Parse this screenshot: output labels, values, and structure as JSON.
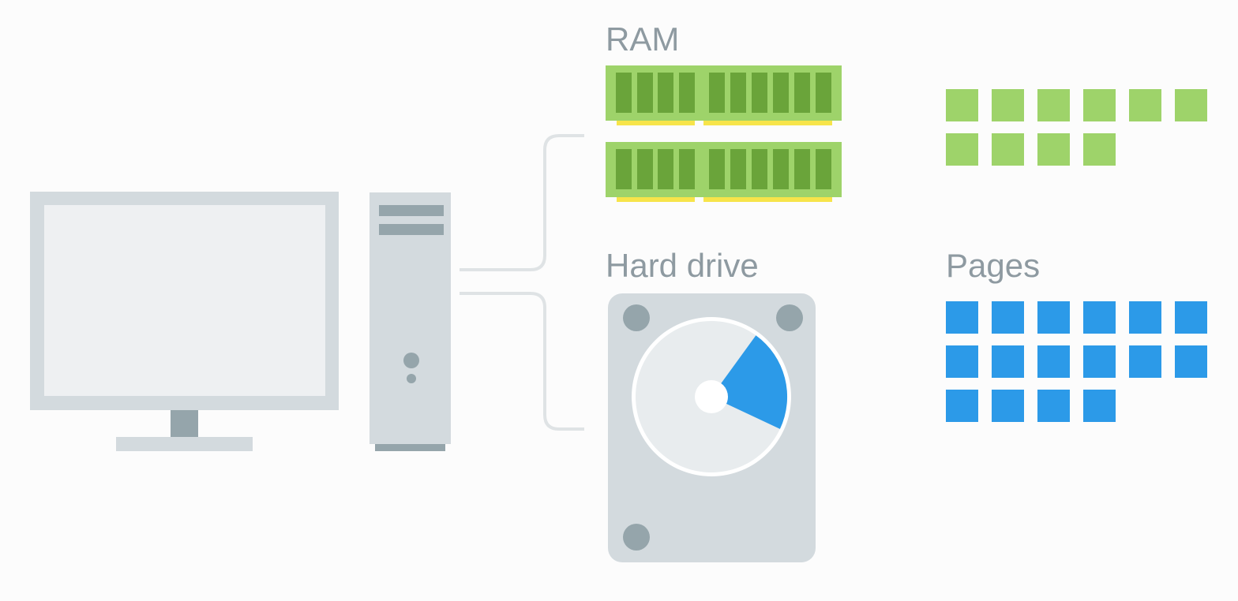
{
  "labels": {
    "ram": "RAM",
    "hard_drive": "Hard drive",
    "pages": "Pages"
  },
  "colors": {
    "background": "#fcfcfc",
    "device_light": "#d3dade",
    "device_screen": "#eef0f2",
    "device_dark": "#95a5ab",
    "connector": "#dfe3e5",
    "ram_board": "#9ed36a",
    "ram_chip": "#6aa43a",
    "ram_contacts": "#f7e44a",
    "platter": "#e8ecee",
    "platter_highlight": "#2c9ae8",
    "ram_page": "#9ed36a",
    "drive_page": "#2c9ae8"
  },
  "ram_pages": {
    "count": 10,
    "per_row": 6
  },
  "drive_pages": {
    "count": 16,
    "per_row": 6
  },
  "hard_drive": {
    "highlighted_fraction": 0.22
  }
}
